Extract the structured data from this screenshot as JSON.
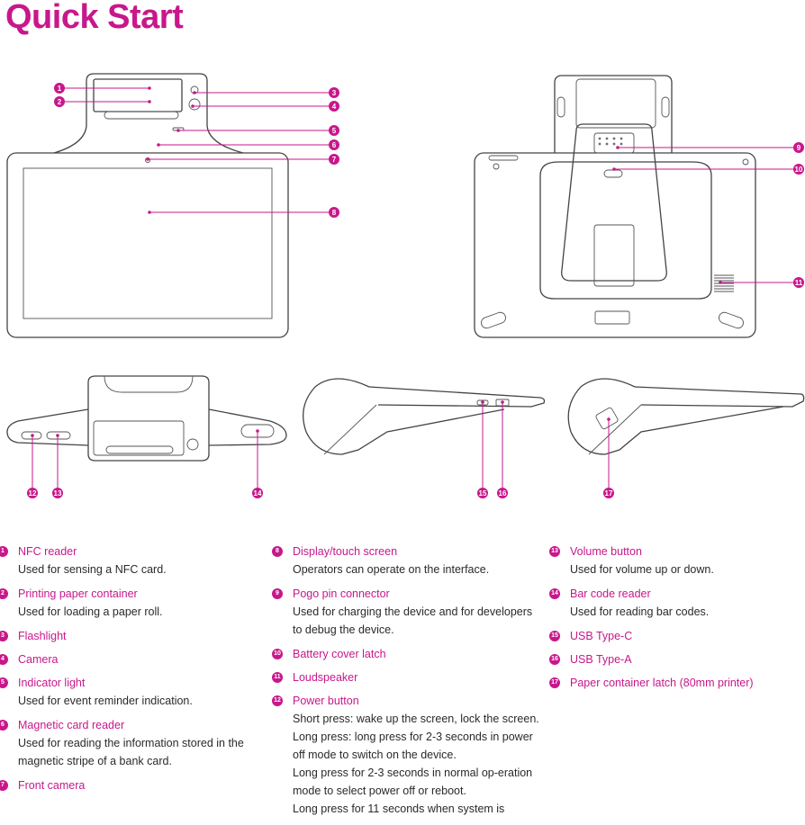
{
  "title": "Quick Start",
  "legend": [
    {
      "num": "1",
      "name": "NFC reader",
      "desc": [
        "Used for sensing a NFC card."
      ]
    },
    {
      "num": "2",
      "name": "Printing paper container",
      "desc": [
        "Used for loading a paper roll."
      ]
    },
    {
      "num": "3",
      "name": "Flashlight",
      "desc": []
    },
    {
      "num": "4",
      "name": "Camera",
      "desc": []
    },
    {
      "num": "5",
      "name": "Indicator light",
      "desc": [
        "Used for event reminder indication."
      ]
    },
    {
      "num": "6",
      "name": "Magnetic card reader",
      "desc": [
        "Used for reading the information stored in the",
        "magnetic stripe of a bank card."
      ]
    },
    {
      "num": "7",
      "name": "Front camera",
      "desc": []
    },
    {
      "num": "8",
      "name": "Display/touch screen",
      "desc": [
        "Operators can operate on the interface."
      ]
    },
    {
      "num": "9",
      "name": "Pogo pin connector",
      "desc": [
        "Used for charging the device and for developers",
        "to debug the device."
      ]
    },
    {
      "num": "10",
      "name": "Battery cover latch",
      "desc": []
    },
    {
      "num": "11",
      "name": "Loudspeaker",
      "desc": []
    },
    {
      "num": "12",
      "name": "Power button",
      "desc": [
        "Short press: wake up the screen, lock the screen.",
        "Long press: long press for 2-3 seconds in power",
        "off mode to switch on the device.",
        "Long press for 2-3 seconds in normal op-eration",
        "mode to select power off or reboot.",
        "Long press for 11 seconds when system is"
      ]
    },
    {
      "num": "13",
      "name": "Volume button",
      "desc": [
        "Used for volume up or down."
      ]
    },
    {
      "num": "14",
      "name": "Bar code reader",
      "desc": [
        "Used for reading bar codes."
      ]
    },
    {
      "num": "15",
      "name": "USB Type-C",
      "desc": []
    },
    {
      "num": "16",
      "name": "USB Type-A",
      "desc": []
    },
    {
      "num": "17",
      "name": "Paper container latch (80mm printer)",
      "desc": []
    }
  ],
  "colors": {
    "accent": "#c8178b",
    "text": "#2a2a2a",
    "outline": "#444444"
  }
}
